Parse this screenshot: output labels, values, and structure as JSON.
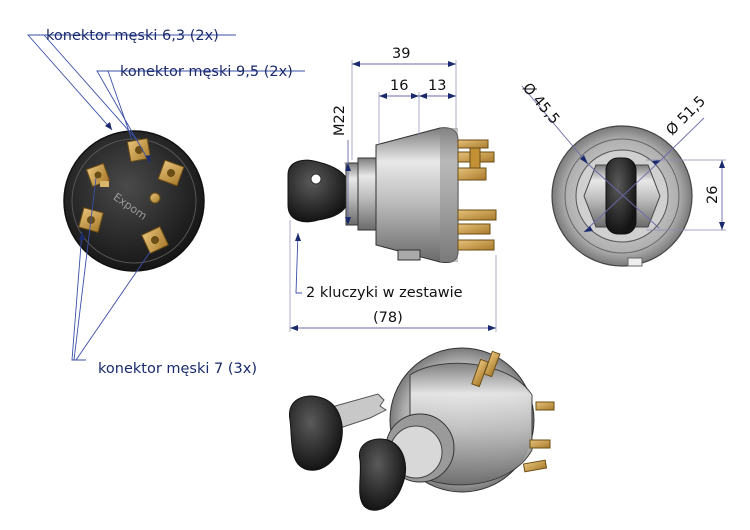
{
  "labels": {
    "connector_63": "konektor męski 6,3 (2x)",
    "connector_95": "konektor męski 9,5 (2x)",
    "connector_7": "konektor męski 7 (3x)",
    "keys": "2 kluczyki w zestawie",
    "brand": "Expom"
  },
  "dimensions": {
    "d39": "39",
    "d16": "16",
    "d13": "13",
    "thread": "M22",
    "overall": "(78)",
    "dia_inner": "Ø 45,5",
    "dia_outer": "Ø 51,5",
    "d26": "26"
  },
  "colors": {
    "line": "#1a2a6c",
    "metal": "#b9b9b9",
    "body_dark": "#2a2a2a",
    "brass": "#c99a45"
  }
}
